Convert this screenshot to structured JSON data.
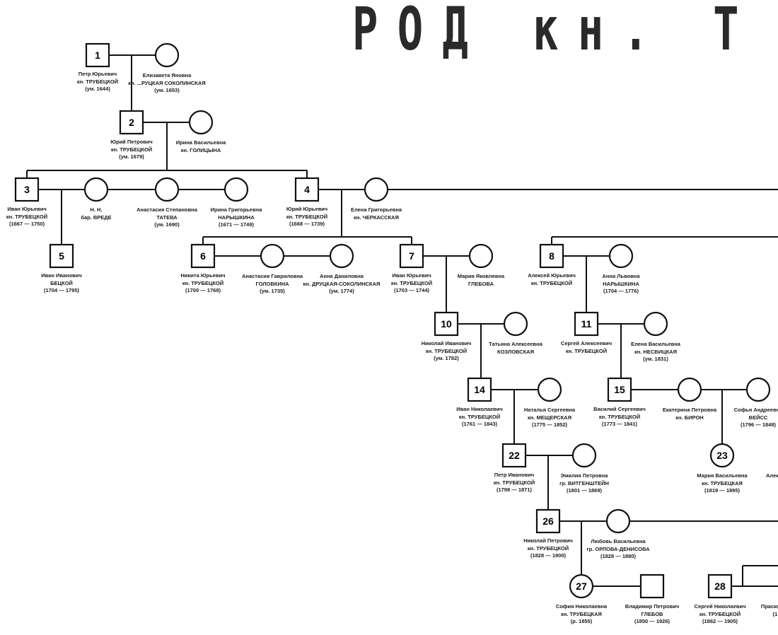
{
  "title": "РОД кн. Т",
  "people": [
    {
      "id": "p1",
      "num": "1",
      "lines": [
        "Петр Юрьевич",
        "кн. ТРУБЕЦКОЙ",
        "(ум. 1644)"
      ]
    },
    {
      "id": "p1w",
      "num": "",
      "lines": [
        "Елизавета Яновна",
        "кн. ...РУЦКАЯ СОКОЛИНСКАЯ",
        "(ум. 1653)"
      ]
    },
    {
      "id": "p2",
      "num": "2",
      "lines": [
        "Юрий Петрович",
        "кн. ТРУБЕЦКОЙ",
        "(ум. 1679)"
      ]
    },
    {
      "id": "p2w",
      "num": "",
      "lines": [
        "Ирина Васильевна",
        "кн. ГОЛИЦЫНА"
      ]
    },
    {
      "id": "p3",
      "num": "3",
      "lines": [
        "Иван Юрьевич",
        "кн. ТРУБЕЦКОЙ",
        "(1667 — 1750)"
      ]
    },
    {
      "id": "p3w1",
      "num": "",
      "lines": [
        "Н. Н.",
        "бар. ВРЕДЕ"
      ]
    },
    {
      "id": "p3w2",
      "num": "",
      "lines": [
        "Анастасия Степановна",
        "ТАТЕВА",
        "(ум. 1690)"
      ]
    },
    {
      "id": "p3w3",
      "num": "",
      "lines": [
        "Ирина Григорьевна",
        "НАРЫШКИНА",
        "(1671 — 1749)"
      ]
    },
    {
      "id": "p4",
      "num": "4",
      "lines": [
        "Юрий Юрьевич",
        "кн. ТРУБЕЦКОЙ",
        "(1668 — 1739)"
      ]
    },
    {
      "id": "p4w",
      "num": "",
      "lines": [
        "Елена Григорьевна",
        "кн. ЧЕРКАССКАЯ"
      ]
    },
    {
      "id": "p5",
      "num": "5",
      "lines": [
        "Иван Иванович",
        "БЕЦКОЙ",
        "(1704 — 1795)"
      ]
    },
    {
      "id": "p6",
      "num": "6",
      "lines": [
        "Никита Юрьевич",
        "кн. ТРУБЕЦКОЙ",
        "(1700 — 1768)"
      ]
    },
    {
      "id": "p6w1",
      "num": "",
      "lines": [
        "Анастасия Гавриловна",
        "ГОЛОВКИНА",
        "(ум. 1735)"
      ]
    },
    {
      "id": "p6w2",
      "num": "",
      "lines": [
        "Анна Даниловна",
        "кн. ДРУЦКАЯ-СОКОЛИНСКАЯ",
        "(ум. 1774)"
      ]
    },
    {
      "id": "p7",
      "num": "7",
      "lines": [
        "Иван Юрьевич",
        "кн. ТРУБЕЦКОЙ",
        "(1703 — 1744)"
      ]
    },
    {
      "id": "p7w",
      "num": "",
      "lines": [
        "Мария Яковлевна",
        "ГЛЕБОВА"
      ]
    },
    {
      "id": "p8",
      "num": "8",
      "lines": [
        "Алексей Юрьевич",
        "кн. ТРУБЕЦКОЙ"
      ]
    },
    {
      "id": "p8w",
      "num": "",
      "lines": [
        "Анна Львовна",
        "НАРЫШКИНА",
        "(1704 — 1776)"
      ]
    },
    {
      "id": "p10",
      "num": "10",
      "lines": [
        "Николай Иванович",
        "кн. ТРУБЕЦКОЙ",
        "(ум. 1782)"
      ]
    },
    {
      "id": "p10w",
      "num": "",
      "lines": [
        "Татьяна Алексеевна",
        "КОЗЛОВСКАЯ"
      ]
    },
    {
      "id": "p11",
      "num": "11",
      "lines": [
        "Сергей Алексеевич",
        "кн. ТРУБЕЦКОЙ"
      ]
    },
    {
      "id": "p11w",
      "num": "",
      "lines": [
        "Елена Васильевна",
        "кн. НЕСВИЦКАЯ",
        "(ум. 1831)"
      ]
    },
    {
      "id": "p14",
      "num": "14",
      "lines": [
        "Иван Николаевич",
        "кн. ТРУБЕЦКОЙ",
        "(1761 — 1843)"
      ]
    },
    {
      "id": "p14w",
      "num": "",
      "lines": [
        "Наталья Сергеевна",
        "кн. МЕЩЕРСКАЯ",
        "(1775 — 1852)"
      ]
    },
    {
      "id": "p15",
      "num": "15",
      "lines": [
        "Василий Сергеевич",
        "кн. ТРУБЕЦКОЙ",
        "(1773 — 1841)"
      ]
    },
    {
      "id": "p15w1",
      "num": "",
      "lines": [
        "Екатерина Петровна",
        "кн. БИРОН"
      ]
    },
    {
      "id": "p15w2",
      "num": "",
      "lines": [
        "Софья Андреевна",
        "ВЕЙСС",
        "(1796 — 1848)"
      ]
    },
    {
      "id": "p22",
      "num": "22",
      "lines": [
        "Петр Иванович",
        "кн. ТРУБЕЦКОЙ",
        "(1798 — 1871)"
      ]
    },
    {
      "id": "p22w",
      "num": "",
      "lines": [
        "Эмилия Петровна",
        "гр. ВИТГЕНШТЕЙН",
        "(1801 — 1869)"
      ]
    },
    {
      "id": "p23",
      "num": "23",
      "lines": [
        "Мария Васильевна",
        "кн. ТРУБЕЦКАЯ",
        "(1819 — 1895)"
      ]
    },
    {
      "id": "p23x",
      "num": "",
      "lines": [
        "Алек"
      ]
    },
    {
      "id": "p26",
      "num": "26",
      "lines": [
        "Николай Петрович",
        "кн. ТРУБЕЦКОЙ",
        "(1828 — 1900)"
      ]
    },
    {
      "id": "p26w",
      "num": "",
      "lines": [
        "Любовь Васильевна",
        "гр. ОРЛОВА-ДЕНИСОВА",
        "(1828 — 1880)"
      ]
    },
    {
      "id": "p27",
      "num": "27",
      "lines": [
        "София Николаевна",
        "кн. ТРУБЕЦКАЯ",
        "(р. 1855)"
      ]
    },
    {
      "id": "p27h",
      "num": "",
      "lines": [
        "Владимир Петрович",
        "ГЛЕБОВ",
        "(1850 — 1926)"
      ]
    },
    {
      "id": "p28",
      "num": "28",
      "lines": [
        "Сергей Николаевич",
        "кн. ТРУБЕЦКОЙ",
        "(1862 — 1905)"
      ]
    },
    {
      "id": "p28x",
      "num": "",
      "lines": [
        "Прасковья",
        "(1"
      ]
    }
  ]
}
